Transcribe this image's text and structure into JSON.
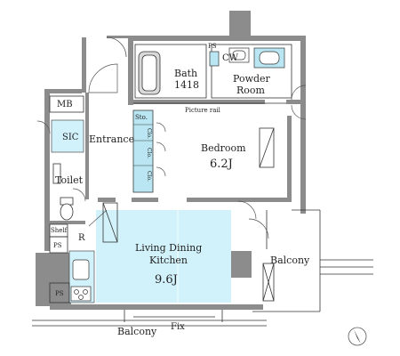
{
  "rooms": {
    "bath": {
      "name": "Bath",
      "size": "1418"
    },
    "powder_room": {
      "line1": "Powder",
      "line2": "Room"
    },
    "ps_top": "PS",
    "cw": "CW",
    "mb": "MB",
    "sic": "SIC",
    "entrance": "Entrance",
    "toilet": "Toilet",
    "shelf": "Shelf",
    "ps_left": "PS",
    "r": "R",
    "ps_bottom": "PS",
    "sto": "Sto.",
    "clo": "Clo.",
    "picture_rail": "Picture rail",
    "bedroom": {
      "name": "Bedroom",
      "size": "6.2J"
    },
    "ldk": {
      "line1": "Living Dining",
      "line2": "Kitchen",
      "size": "9.6J"
    },
    "balcony_right": "Balcony",
    "balcony_bottom": "Balcony",
    "fix": "Fix"
  },
  "colors": {
    "wall": "#8c8c8c",
    "line": "#333333",
    "storage": "#b9e6f2",
    "storage_line": "#3b3b3b",
    "ldk_fill": "#d2f2fb",
    "sic_fill": "#d2f2fb",
    "bath_fill": "#d9d9d9"
  },
  "icons": [
    "north-arrow-icon",
    "door-swing-icon",
    "bathtub-icon",
    "toilet-icon",
    "stove-icon",
    "sink-icon"
  ]
}
